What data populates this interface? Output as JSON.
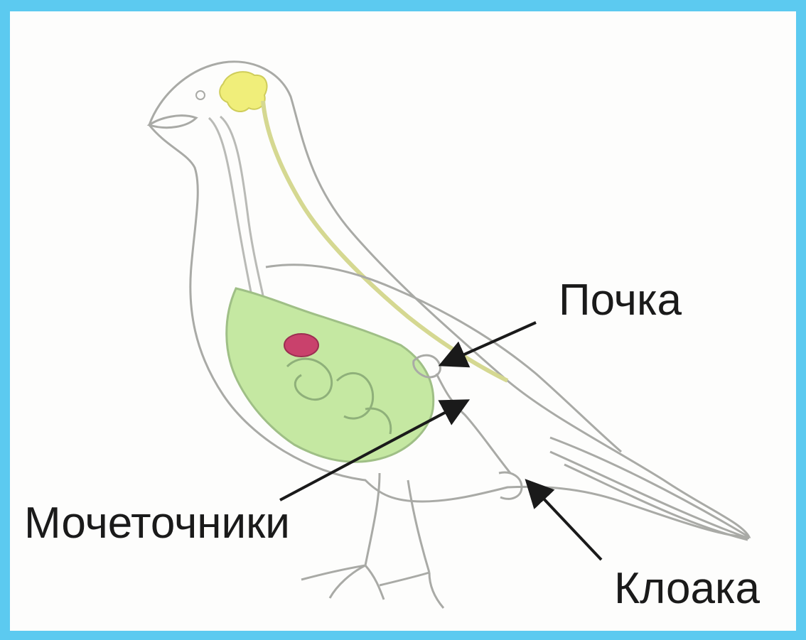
{
  "labels": {
    "kidney": "Почка",
    "ureters": "Мочеточники",
    "cloaca": "Клоака"
  },
  "colors": {
    "frame": "#5ccaf0",
    "background": "#fdfdfc",
    "outline": "#a9aaa6",
    "digestive": "#c5e8a2",
    "brain": "#f0ee7a",
    "spinal_cord": "#e9eba6",
    "heart": "#c9416c",
    "arrow": "#1a1a1a"
  },
  "icons": {
    "figure": "pigeon-anatomy-illustration",
    "pointer": "arrow-icon"
  }
}
